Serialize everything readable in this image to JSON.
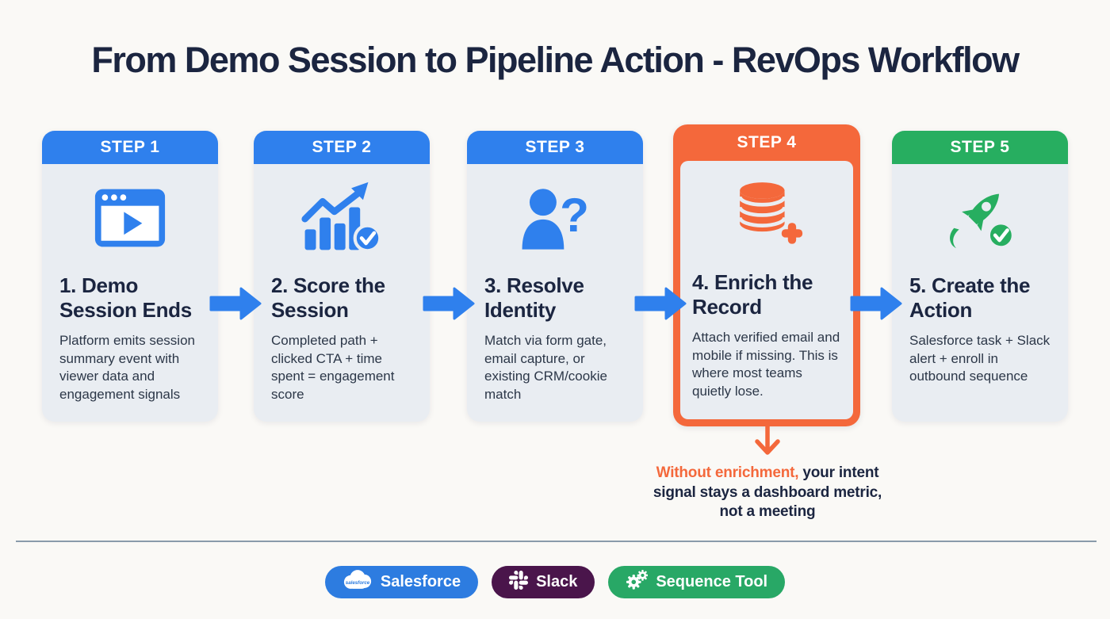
{
  "title": "From Demo Session to Pipeline Action - RevOps Workflow",
  "steps": [
    {
      "badge": "STEP 1",
      "heading": "1. Demo Session Ends",
      "description": "Platform emits session summary event with viewer data and engagement signals",
      "icon": "video-player-window-icon"
    },
    {
      "badge": "STEP 2",
      "heading": "2. Score the Session",
      "description": "Completed path + clicked CTA + time spent = engagement score",
      "icon": "growth-chart-check-icon"
    },
    {
      "badge": "STEP 3",
      "heading": "3. Resolve Identity",
      "description": "Match via form gate, email capture, or existing CRM/cookie match",
      "icon": "person-question-icon"
    },
    {
      "badge": "STEP 4",
      "heading": "4. Enrich the Record",
      "description": "Attach verified email and mobile if missing. This is where most teams quietly lose.",
      "icon": "database-add-icon",
      "highlighted": true
    },
    {
      "badge": "STEP 5",
      "heading": "5. Create the Action",
      "description": "Salesforce task + Slack alert + enroll in outbound sequence",
      "icon": "rocket-check-icon"
    }
  ],
  "callout": {
    "highlight": "Without enrichment,",
    "rest": " your intent signal stays a dashboard metric, not a meeting"
  },
  "integrations": [
    {
      "label": "Salesforce",
      "icon": "salesforce-cloud-icon",
      "color": "#2D7CE0"
    },
    {
      "label": "Slack",
      "icon": "slack-logo-icon",
      "color": "#4A154B"
    },
    {
      "label": "Sequence Tool",
      "icon": "gears-icon",
      "color": "#28A866"
    }
  ],
  "colors": {
    "step_blue": "#2F80ED",
    "step_orange": "#F4683B",
    "step_green": "#27AE60",
    "card_body": "#E9EDF2",
    "title_text": "#1B2540",
    "background": "#FAF9F6",
    "divider": "#8A9BAB"
  }
}
